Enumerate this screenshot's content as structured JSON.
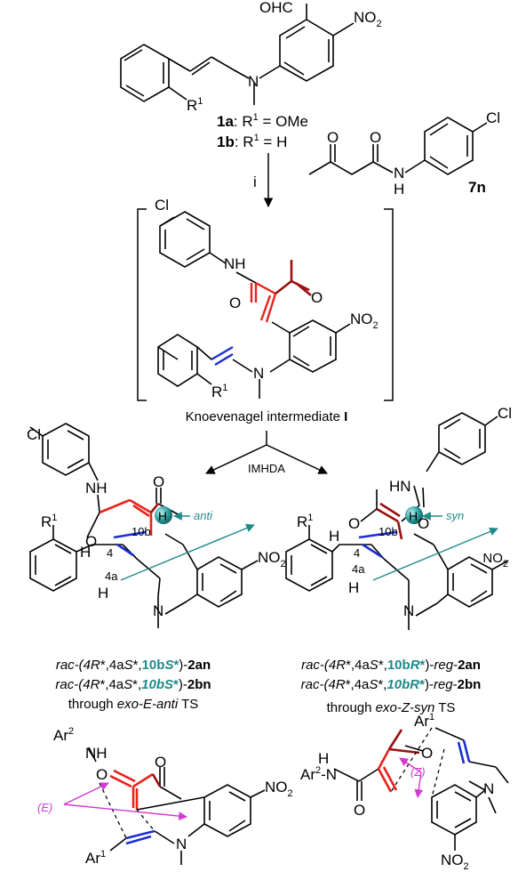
{
  "compound_1": {
    "cho": "OHC",
    "no2": "NO",
    "no2_sub": "2",
    "n": "N",
    "r": "R",
    "r_sup": "1",
    "label_1a_id": "1a",
    "label_1a_rest": ": R",
    "label_1a_sup": "1",
    "label_1a_tail": " = OMe",
    "label_1b_id": "1b",
    "label_1b_rest": ": R",
    "label_1b_sup": "1",
    "label_1b_tail": " = H"
  },
  "compound_7n": {
    "o1": "O",
    "o2": "O",
    "n": "N",
    "h": "H",
    "cl": "Cl",
    "id": "7n"
  },
  "step": {
    "reagent": "i"
  },
  "intermediate": {
    "cl": "Cl",
    "nh": "NH",
    "o1": "O",
    "o2": "O",
    "no2": "NO",
    "no2_sub": "2",
    "n": "N",
    "r": "R",
    "r_sup": "1",
    "caption_prefix": "Knoevenagel intermediate ",
    "caption_bold": "I"
  },
  "branch": {
    "label": "IMHDA"
  },
  "left_product": {
    "cl": "Cl",
    "nh": "NH",
    "o_ring": "O",
    "o_acyl": "O",
    "r": "R",
    "r_sup": "1",
    "h4": "H",
    "c4": "4",
    "c10b": "10b",
    "h_ball": "H",
    "anti": "anti",
    "c4a": "4a",
    "h4a": "H",
    "no2": "NO",
    "no2_sub": "2",
    "n": "N",
    "line1": {
      "a": "rac-(4",
      "b": "R",
      "c": "*,4a",
      "d": "S",
      "e": "*,",
      "f": "10b",
      "g": "S",
      "h": "*",
      "i": ")-",
      "j": "2an"
    },
    "line2": {
      "a": "rac-(4",
      "b": "R",
      "c": "*,4a",
      "d": "S",
      "e": "*,",
      "f": "10b",
      "g": "S",
      "h": "*",
      "i": ")-",
      "j": "2bn"
    },
    "line3": {
      "a": "through ",
      "b": "exo-E-anti",
      "c": " TS"
    }
  },
  "right_product": {
    "cl": "Cl",
    "hn": "HN",
    "o_ring": "O",
    "o_acyl": "O",
    "r": "R",
    "r_sup": "1",
    "h4": "H",
    "c4": "4",
    "c10b": "10b",
    "h_ball": "H",
    "syn": "syn",
    "c4a": "4a",
    "h4a": "H",
    "no2": "NO",
    "no2_sub": "2",
    "n": "N",
    "line1": {
      "a": "rac-(4",
      "b": "R",
      "c": "*,4a",
      "d": "S",
      "e": "*,",
      "f": "10b",
      "g": "R",
      "h": "*",
      "i": ")-",
      "j": "reg",
      "k": "-",
      "l": "2an"
    },
    "line2": {
      "a": "rac-(4",
      "b": "R",
      "c": "*,4a",
      "d": "S",
      "e": "*,",
      "f": "10b",
      "g": "R",
      "h": "*",
      "i": ")-",
      "j": "reg",
      "k": "-",
      "l": "2bn"
    },
    "line3": {
      "a": "through ",
      "b": "exo-Z-syn",
      "c": " TS"
    }
  },
  "left_ts": {
    "ar": "Ar",
    "ar_sup": "2",
    "nh": "NH",
    "o1": "O",
    "o2": "O",
    "e_label": "(E)",
    "no2": "NO",
    "no2_sub": "2",
    "ar1": "Ar",
    "ar1_sup": "1",
    "n": "N"
  },
  "right_ts": {
    "ar1": "Ar",
    "ar1_sup": "1",
    "h": "H",
    "ar2": "Ar",
    "ar2_sup": "2",
    "ar2_dash": "-N",
    "o_ring": "O",
    "o_acyl": "O",
    "z_label": "(Z)",
    "n": "N",
    "no2": "NO",
    "no2_sub": "2"
  },
  "colors": {
    "red": "#e8221c",
    "dark_red": "#9a1010",
    "blue": "#1a2fd6",
    "teal": "#1f8a8a",
    "magenta": "#d23ad2"
  }
}
